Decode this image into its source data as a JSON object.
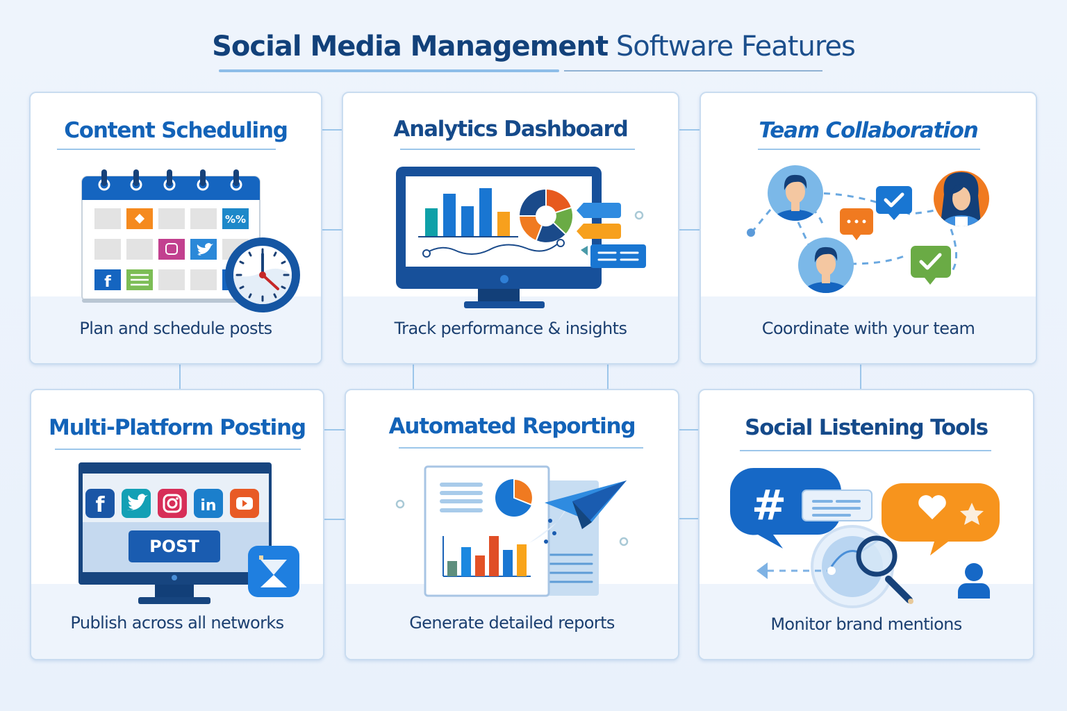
{
  "page": {
    "title_bold": "Social Media Management",
    "title_light": "Software Features"
  },
  "colors": {
    "primary_blue": "#1363b8",
    "navy": "#12417a",
    "orange": "#f58a1f",
    "green": "#6aab45",
    "background": "#eef4fc",
    "card_border": "#c9dcf0"
  },
  "features": [
    {
      "id": "content-scheduling",
      "title": "Content Scheduling",
      "description": "Plan and schedule posts",
      "icon": "calendar-clock-icon"
    },
    {
      "id": "analytics-dashboard",
      "title": "Analytics Dashboard",
      "description": "Track performance & insights",
      "icon": "monitor-charts-icon"
    },
    {
      "id": "team-collaboration",
      "title": "Team Collaboration",
      "description": "Coordinate with your team",
      "icon": "team-network-icon"
    },
    {
      "id": "multi-platform-posting",
      "title": "Multi-Platform Posting",
      "description": "Publish across all networks",
      "icon": "monitor-social-icons-icon",
      "post_button_label": "POST",
      "platforms": [
        "facebook",
        "twitter",
        "instagram",
        "linkedin",
        "youtube"
      ]
    },
    {
      "id": "automated-reporting",
      "title": "Automated Reporting",
      "description": "Generate detailed reports",
      "icon": "report-paper-plane-icon"
    },
    {
      "id": "social-listening-tools",
      "title": "Social Listening Tools",
      "description": "Monitor brand mentions",
      "icon": "hashtag-magnifier-icon",
      "hashtag_symbol": "#"
    }
  ]
}
